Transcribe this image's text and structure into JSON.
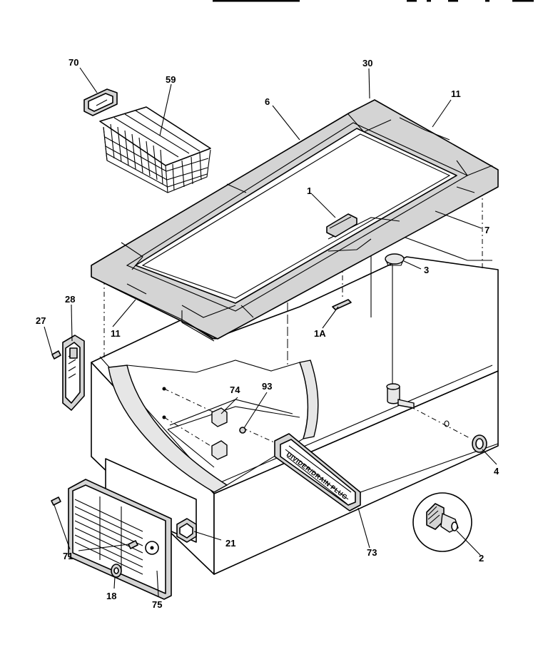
{
  "header_fragments": [
    "▬▬▬▬▬▬▬▬▬▬",
    "▬ ▬ ▬ ▬ ▬ ▬ ▬ ▬"
  ],
  "divider_plate": {
    "text": "DIVIDER/DRAIN PLUG"
  },
  "callouts": {
    "c70": "70",
    "c59": "59",
    "c30": "30",
    "c6": "6",
    "c11_top": "11",
    "c1": "1",
    "c7": "7",
    "c3": "3",
    "c28": "28",
    "c27": "27",
    "c11_left": "11",
    "c1A": "1A",
    "c74": "74",
    "c93": "93",
    "c4": "4",
    "c21": "21",
    "c73": "73",
    "c2": "2",
    "c71": "71",
    "c18": "18",
    "c75": "75"
  }
}
